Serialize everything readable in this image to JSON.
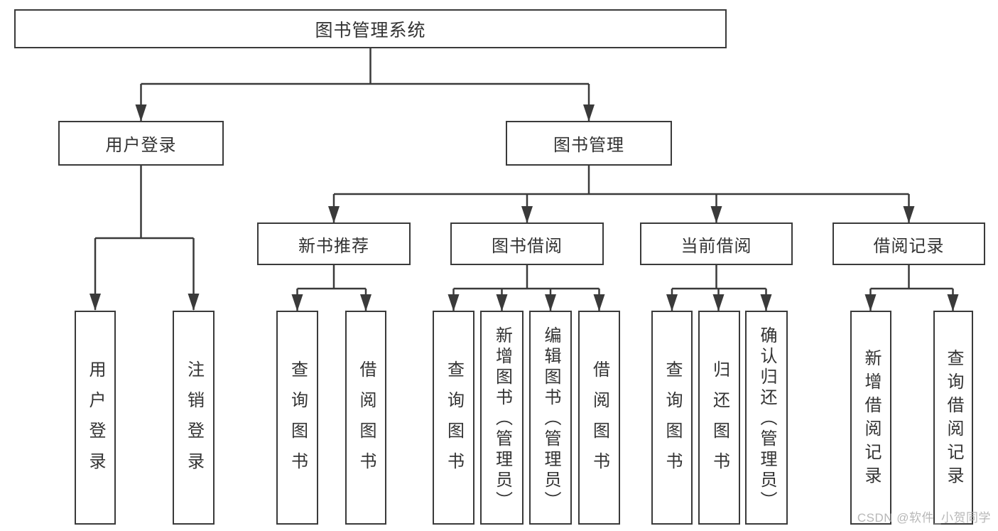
{
  "colors": {
    "line": "#3a3a3a",
    "text": "#333333",
    "background": "#ffffff",
    "watermark": "#ababab"
  },
  "watermark": "CSDN @软件_小贺同学",
  "tree": {
    "root": {
      "label": "图书管理系统"
    },
    "branches": [
      {
        "label": "用户登录",
        "leaves": [
          "用户登录",
          "注销登录"
        ]
      },
      {
        "label": "图书管理",
        "children": [
          {
            "label": "新书推荐",
            "leaves": [
              "查询图书",
              "借阅图书"
            ]
          },
          {
            "label": "图书借阅",
            "leaves": [
              "查询图书",
              "新增图书（管理员）",
              "编辑图书（管理员）",
              "借阅图书"
            ]
          },
          {
            "label": "当前借阅",
            "leaves": [
              "查询图书",
              "归还图书",
              "确认归还（管理员）"
            ]
          },
          {
            "label": "借阅记录",
            "leaves": [
              "新增借阅记录",
              "查询借阅记录"
            ]
          }
        ]
      }
    ]
  }
}
